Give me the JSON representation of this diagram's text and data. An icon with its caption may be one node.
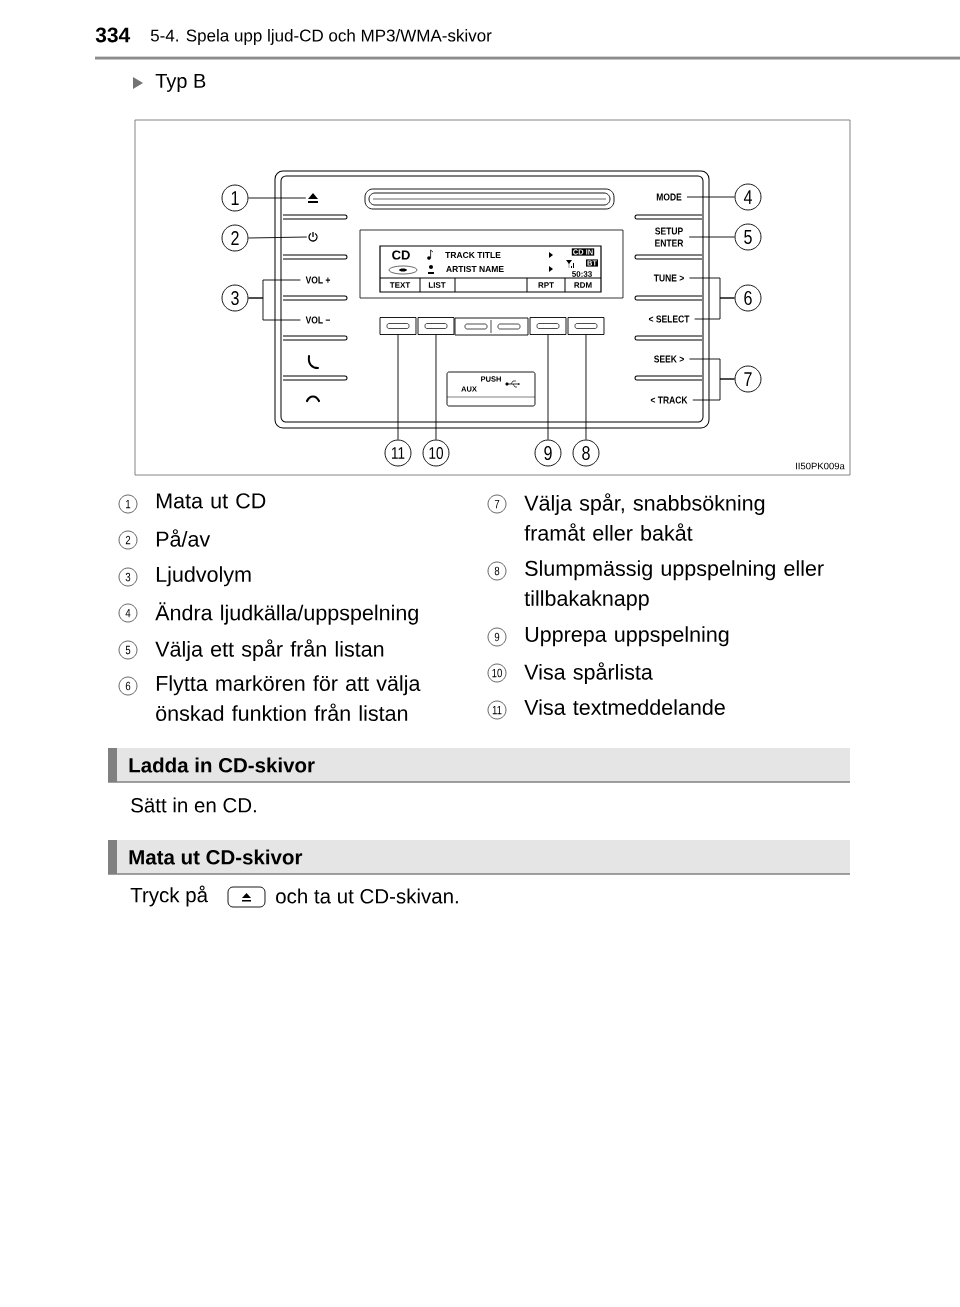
{
  "diagram": {
    "nodes": [
      {
        "text": [
          "1"
        ]
      },
      {
        "text": [
          "2"
        ]
      },
      {
        "text": [
          "3"
        ]
      },
      {
        "text": [
          "4"
        ]
      },
      {
        "text": [
          "5"
        ]
      },
      {
        "text": [
          "6"
        ]
      },
      {
        "text": [
          "7"
        ]
      },
      {
        "text": [],
        "shape": "triangle"
      },
      {
        "text": [],
        "shape": "circle"
      },
      {
        "text": [
          "VOL +"
        ]
      },
      {
        "text": [
          "VOL −"
        ]
      },
      {
        "text": [
          "MODE"
        ]
      },
      {
        "text": [
          "SETUP ENTER"
        ]
      },
      {
        "text": [
          "TUNE >"
        ]
      },
      {
        "text": [
          "< SELECT"
        ]
      },
      {
        "text": [
          "SEEK >"
        ]
      },
      {
        "text": [
          "< TRACK"
        ]
      },
      {
        "text": [],
        "shape": "box"
      },
      {
        "text": [],
        "shape": "box"
      },
      {
        "text": [],
        "shape": "box"
      },
      {
        "text": [],
        "shape": "box"
      },
      {
        "text": [
          "11"
        ]
      },
      {
        "text": [
          "10"
        ]
      },
      {
        "text": [
          "9"
        ]
      },
      {
        "text": [
          "8"
        ]
      },
      {
        "text": [
          "Ladda in CD-skivor"
        ]
      },
      {
        "text": [
          "Mata ut CD-skivor"
        ]
      }
    ],
    "edges": [
      {
        "from": 0,
        "to": 7,
        "arrow": "none"
      },
      {
        "from": 1,
        "to": 8,
        "arrow": "none"
      },
      {
        "from": 2,
        "to": 9,
        "arrow": "none"
      },
      {
        "from": 2,
        "to": 10,
        "arrow": "none"
      },
      {
        "from": 3,
        "to": 11,
        "arrow": "none"
      },
      {
        "from": 4,
        "to": 12,
        "arrow": "none"
      },
      {
        "from": 5,
        "to": 13,
        "arrow": "none"
      },
      {
        "from": 5,
        "to": 14,
        "arrow": "none"
      },
      {
        "from": 6,
        "to": 15,
        "arrow": "none"
      },
      {
        "from": 6,
        "to": 16,
        "arrow": "none"
      },
      {
        "from": 21,
        "to": 17,
        "arrow": "none"
      },
      {
        "from": 22,
        "to": 18,
        "arrow": "none"
      },
      {
        "from": 23,
        "to": 19,
        "arrow": "none"
      },
      {
        "from": 24,
        "to": 20,
        "arrow": "none"
      }
    ],
    "labels": [
      "334",
      "5-4. Spela upp ljud-CD och MP3/WMA-skivor",
      "Typ B",
      "CD",
      "TRACK TITLE",
      "ARTIST NAME",
      "CD IN",
      "BT",
      "50:33",
      "TEXT",
      "LIST",
      "RPT",
      "RDM",
      "PUSH",
      "AUX",
      "II50PK009a",
      "1",
      "Mata ut CD",
      "2",
      "På/av",
      "3",
      "Ljudvolym",
      "4",
      "Ändra ljudkälla/uppspelning",
      "5",
      "Välja ett spår från listan",
      "6",
      "Flytta markören för att välja önskad funktion från listan",
      "7",
      "Välja spår, snabbsökning framåt eller bakåt",
      "8",
      "Slumpmässig uppspelning eller tillbakaknapp",
      "9",
      "Upprepa uppspelning",
      "10",
      "Visa spårlista",
      "11",
      "Visa textmeddelande",
      "Sätt in en CD.",
      "Tryck på",
      "och ta ut CD-skivan."
    ]
  }
}
